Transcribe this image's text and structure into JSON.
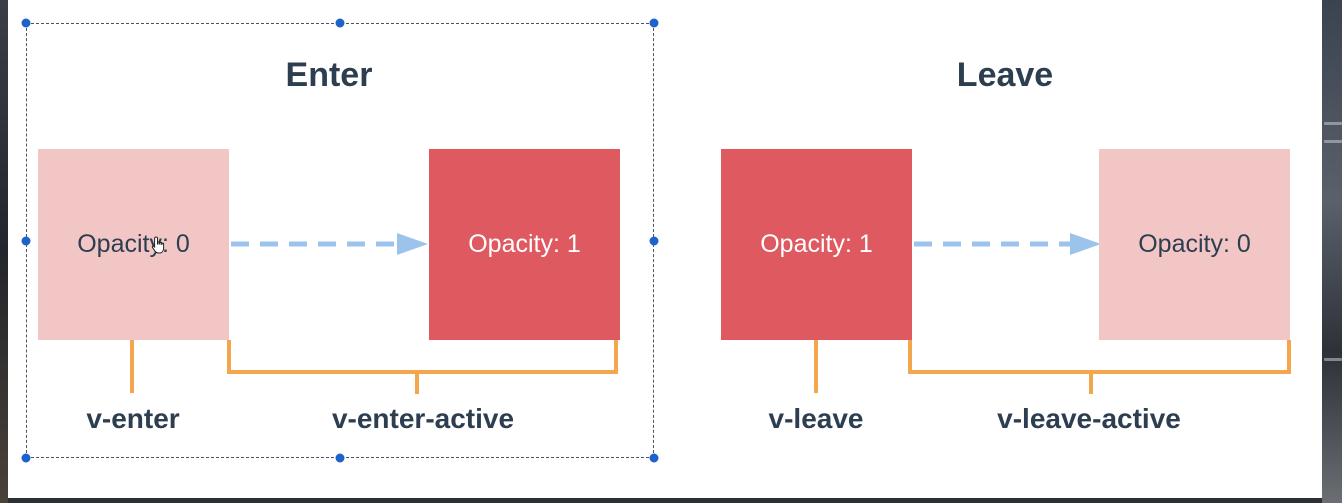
{
  "diagram": {
    "enter": {
      "title": "Enter",
      "from_box": {
        "text": "Opacity: 0"
      },
      "to_box": {
        "text": "Opacity: 1"
      },
      "start_label": "v-enter",
      "active_label": "v-enter-active"
    },
    "leave": {
      "title": "Leave",
      "from_box": {
        "text": "Opacity: 1"
      },
      "to_box": {
        "text": "Opacity: 0"
      },
      "start_label": "v-leave",
      "active_label": "v-leave-active"
    }
  },
  "colors": {
    "title_text": "#2c3e50",
    "faded_box": "#f3c6c6",
    "solid_box": "#df5960",
    "arrow": "#9cc3ec",
    "bracket": "#f3a64d",
    "selection_handle": "#1e63c9"
  }
}
